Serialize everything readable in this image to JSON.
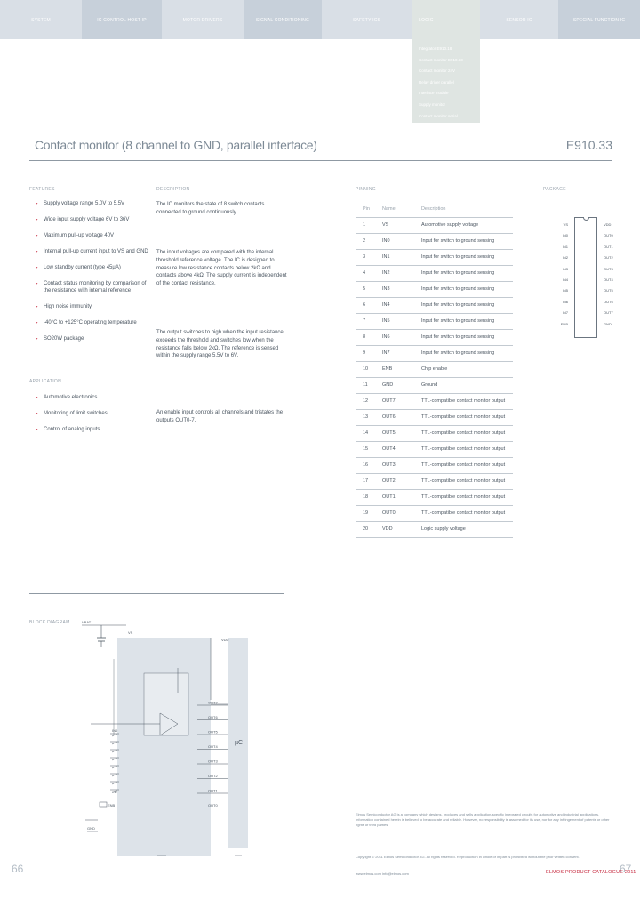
{
  "nav": {
    "items": [
      "SYSTEM",
      "IC CONTROL HOST IP",
      "MOTOR DRIVERS",
      "SIGNAL CONDITIONING",
      "SAFETY ICS",
      "LOGIC",
      "SENSOR IC",
      "SPECIAL FUNCTION IC"
    ],
    "sub_items": [
      "Integrator E910.18",
      "Contact monitor E910.33",
      "Contact monitor 24V",
      "Relay driver parallel",
      "Interface module",
      "Supply monitor",
      "Contact monitor serial"
    ]
  },
  "header": {
    "title": "Contact monitor (8 channel to GND, parallel interface)",
    "part": "E910.33"
  },
  "features": {
    "heading": "FEATURES",
    "items": [
      "Supply voltage range 5.0V to 5.5V",
      "Wide input supply voltage 6V to 36V",
      "Maximum pull-up voltage 40V",
      "Internal pull-up current input to VS and GND",
      "Low standby current (type 45µA)",
      "Contact status monitoring by comparison of the resistance with internal reference",
      "High noise immunity",
      "-40°C to +125°C operating temperature",
      "SO20W package"
    ]
  },
  "application": {
    "heading": "APPLICATION",
    "items": [
      "Automotive electronics",
      "Monitoring of limit switches",
      "Control of analog inputs"
    ]
  },
  "description": {
    "heading": "DESCRIPTION",
    "p1": "The IC monitors the state of 8 switch contacts connected to ground continuously.",
    "p2": "The input voltages are compared with the internal threshold reference voltage. The IC is designed to measure low resistance contacts below 2kΩ and contacts above 4kΩ. The supply current is independent of the contact resistance.",
    "p3": "The output switches to high when the input resistance exceeds the threshold and switches low when the resistance falls below 2kΩ. The reference is sensed within the supply range 5.5V to 6V.",
    "p4": "An enable input controls all channels and tristates the outputs OUT0-7."
  },
  "pinning": {
    "heading": "PINNING",
    "columns": [
      "Pin",
      "Name",
      "Description"
    ],
    "rows": [
      [
        "1",
        "VS",
        "Automotive supply voltage"
      ],
      [
        "2",
        "IN0",
        "Input for switch to ground sensing"
      ],
      [
        "3",
        "IN1",
        "Input for switch to ground sensing"
      ],
      [
        "4",
        "IN2",
        "Input for switch to ground sensing"
      ],
      [
        "5",
        "IN3",
        "Input for switch to ground sensing"
      ],
      [
        "6",
        "IN4",
        "Input for switch to ground sensing"
      ],
      [
        "7",
        "IN5",
        "Input for switch to ground sensing"
      ],
      [
        "8",
        "IN6",
        "Input for switch to ground sensing"
      ],
      [
        "9",
        "IN7",
        "Input for switch to ground sensing"
      ],
      [
        "10",
        "ENB",
        "Chip enable"
      ],
      [
        "11",
        "GND",
        "Ground"
      ],
      [
        "12",
        "OUT7",
        "TTL-compatible contact monitor output"
      ],
      [
        "13",
        "OUT6",
        "TTL-compatible contact monitor output"
      ],
      [
        "14",
        "OUT5",
        "TTL-compatible contact monitor output"
      ],
      [
        "15",
        "OUT4",
        "TTL-compatible contact monitor output"
      ],
      [
        "16",
        "OUT3",
        "TTL-compatible contact monitor output"
      ],
      [
        "17",
        "OUT2",
        "TTL-compatible contact monitor output"
      ],
      [
        "18",
        "OUT1",
        "TTL-compatible contact monitor output"
      ],
      [
        "19",
        "OUT0",
        "TTL-compatible contact monitor output"
      ],
      [
        "20",
        "VDD",
        "Logic supply voltage"
      ]
    ]
  },
  "package": {
    "heading": "PACKAGE",
    "left_pins": [
      "VS",
      "IN0",
      "IN1",
      "IN2",
      "IN3",
      "IN4",
      "IN5",
      "IN6",
      "IN7",
      "ENB"
    ],
    "right_pins": [
      "VDD",
      "OUT0",
      "OUT1",
      "OUT2",
      "OUT3",
      "OUT4",
      "OUT5",
      "OUT6",
      "OUT7",
      "GND"
    ]
  },
  "block_diagram": {
    "heading": "BLOCK DIAGRAM",
    "labels": {
      "vbat": "VBAT",
      "vs": "VS",
      "vdd": "VDD",
      "mcu": "µC",
      "in0": "IN0",
      "in7": "IN7",
      "enb": "ENB",
      "gnd": "GND"
    },
    "out_labels": [
      "OUT7",
      "OUT6",
      "OUT5",
      "OUT4",
      "OUT3",
      "OUT2",
      "OUT1",
      "OUT0"
    ]
  },
  "footer": {
    "legal": "Elmos Semiconductor AG is a company which designs, produces and sells application-specific integrated circuits for automotive and industrial applications. Information contained herein is believed to be accurate and reliable. However, no responsibility is assumed for its use, nor for any infringement of patents or other rights of third parties.",
    "legal2": "Copyright © 2011 Elmos Semiconductor AG. All rights reserved. Reproduction in whole or in part is prohibited without the prior written consent.",
    "legal3": "www.elmos.com  info@elmos.com",
    "page_left": "66",
    "page_right": "67",
    "brand": "ELMOS PRODUCT CATALOGUE 2011"
  },
  "colors": {
    "accent": "#c5243a",
    "nav_bg": "#d9dfe6",
    "rule": "#8f99a3"
  }
}
